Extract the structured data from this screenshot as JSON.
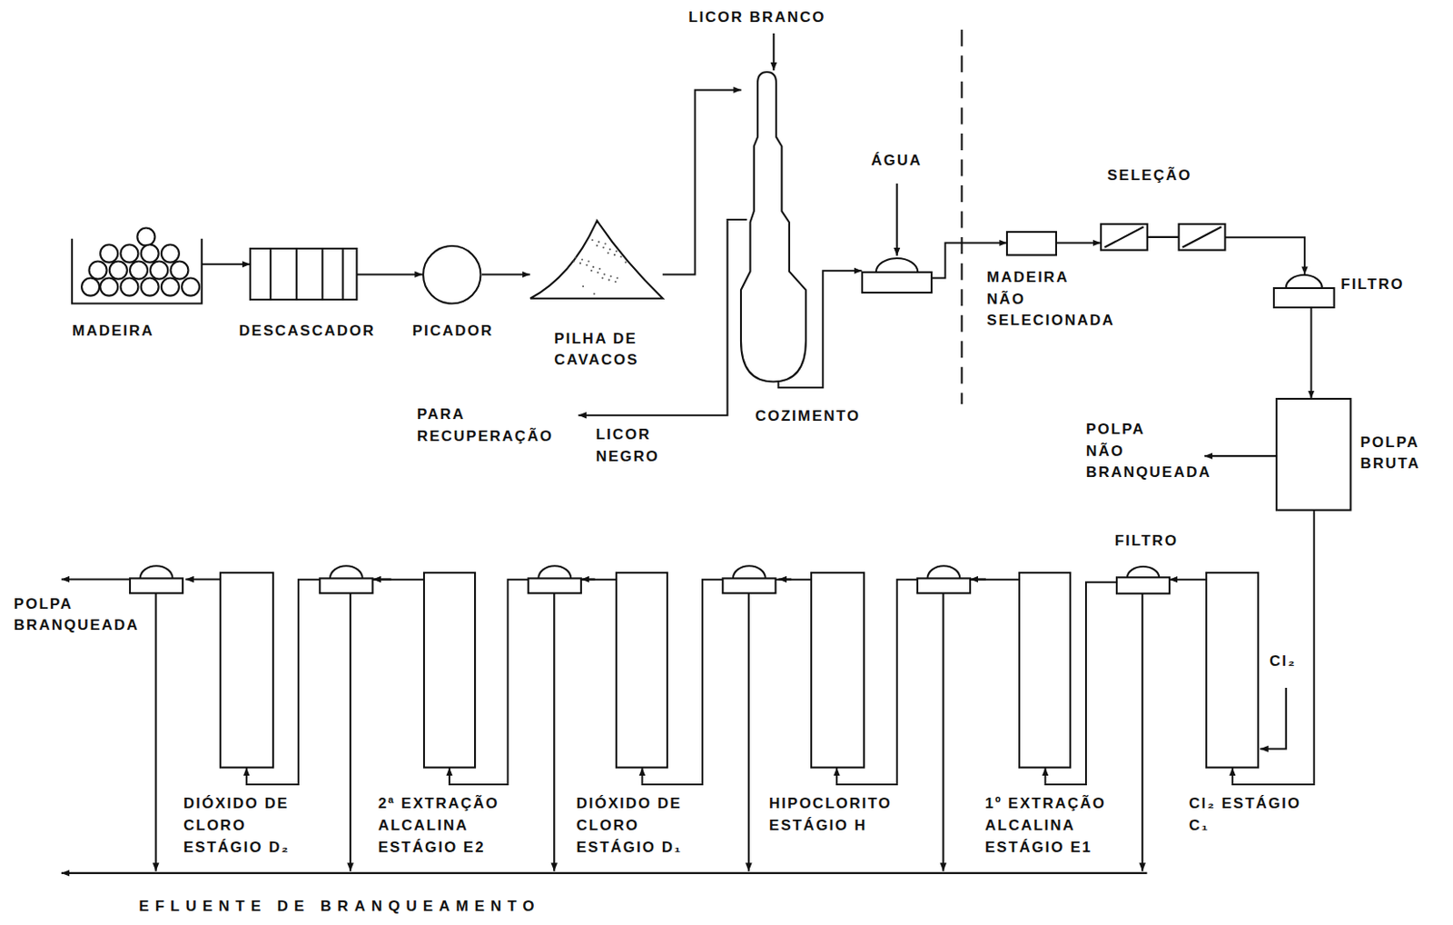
{
  "diagram": {
    "nodes": [
      {
        "text": [
          "MADEIRA"
        ]
      },
      {
        "text": [
          "DESCASCADOR"
        ]
      },
      {
        "text": [
          "PICADOR"
        ]
      },
      {
        "text": [
          "PILHA DE CAVACOS"
        ]
      },
      {
        "text": [
          "COZIMENTO"
        ]
      },
      {
        "text": [
          "ÁGUA"
        ]
      },
      {
        "text": [
          "MADEIRA NÃO SELECIONADA"
        ]
      },
      {
        "text": [
          "SELEÇÃO"
        ]
      },
      {
        "text": [
          "FILTRO"
        ]
      },
      {
        "text": [
          "POLPA BRUTA"
        ]
      },
      {
        "text": [
          "Cl₂ ESTÁGIO C₁"
        ]
      },
      {
        "text": [
          "FILTRO"
        ]
      },
      {
        "text": [
          "1º EXTRAÇÃO ALCALINA ESTÁGIO E1"
        ]
      },
      {
        "text": [
          "HIPOCLORITO ESTÁGIO H"
        ]
      },
      {
        "text": [
          "DIÓXIDO DE CLORO ESTÁGIO D₁"
        ]
      },
      {
        "text": [
          "2ª EXTRAÇÃO ALCALINA ESTÁGIO E2"
        ]
      },
      {
        "text": [
          "DIÓXIDO DE CLORO ESTÁGIO D₂"
        ]
      }
    ],
    "edges": [
      {
        "from": 0,
        "to": 1,
        "arrow": "to"
      },
      {
        "from": 1,
        "to": 2,
        "arrow": "to"
      },
      {
        "from": 2,
        "to": 3,
        "arrow": "to"
      },
      {
        "from": 3,
        "to": 4,
        "arrow": "to"
      },
      {
        "from": 4,
        "to": 5,
        "arrow": "to"
      },
      {
        "from": 5,
        "to": 6,
        "arrow": "to"
      },
      {
        "from": 6,
        "to": 7,
        "arrow": "to"
      },
      {
        "from": 7,
        "to": 8,
        "arrow": "to"
      },
      {
        "from": 8,
        "to": 9,
        "arrow": "to"
      },
      {
        "from": 9,
        "to": 10,
        "arrow": "to"
      },
      {
        "from": 10,
        "to": 11,
        "arrow": "to"
      },
      {
        "from": 11,
        "to": 12,
        "arrow": "to"
      },
      {
        "from": 12,
        "to": 13,
        "arrow": "to"
      },
      {
        "from": 13,
        "to": 14,
        "arrow": "to"
      },
      {
        "from": 14,
        "to": 15,
        "arrow": "to"
      },
      {
        "from": 15,
        "to": 16,
        "arrow": "to"
      }
    ],
    "labels": [
      "LICOR BRANCO",
      "PARA RECUPERAÇÃO",
      "LICOR NEGRO",
      "POLPA NÃO BRANQUEADA",
      "Cl₂",
      "POLPA BRANQUEADA",
      "EFLUENTE DE BRANQUEAMENTO"
    ]
  }
}
